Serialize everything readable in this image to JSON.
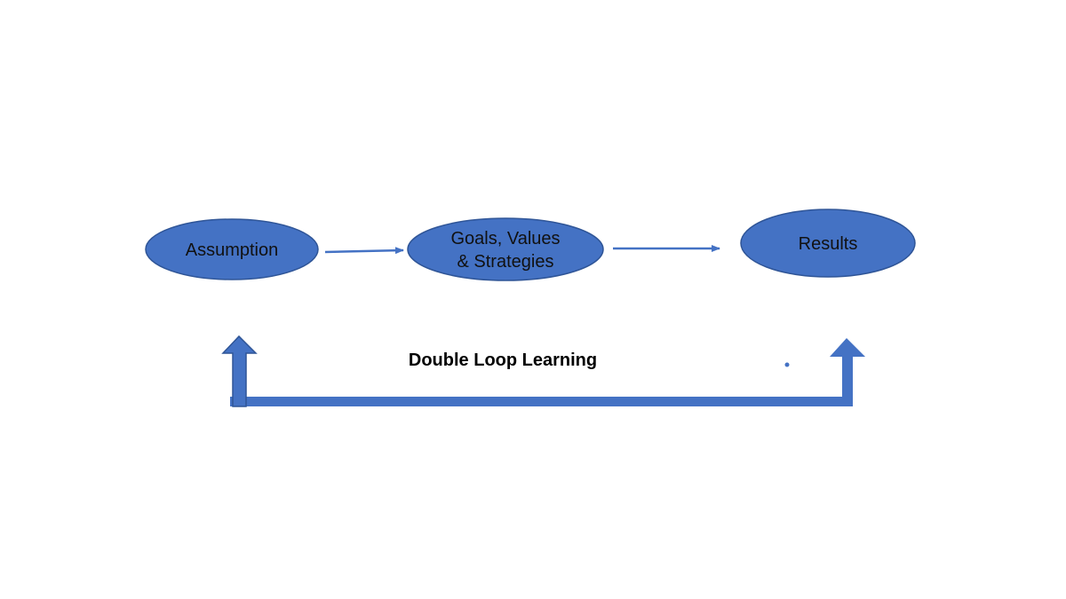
{
  "nodes": {
    "assumption": {
      "label": "Assumption"
    },
    "goals": {
      "label_line1": "Goals, Values",
      "label_line2": "& Strategies"
    },
    "results": {
      "label": "Results"
    }
  },
  "loop": {
    "label": "Double Loop Learning"
  },
  "colors": {
    "node_fill": "#4472C4",
    "node_stroke": "#2F5597",
    "loop_fill": "#4472C4",
    "loop_stroke": "#2F5597",
    "text": "#111111"
  }
}
